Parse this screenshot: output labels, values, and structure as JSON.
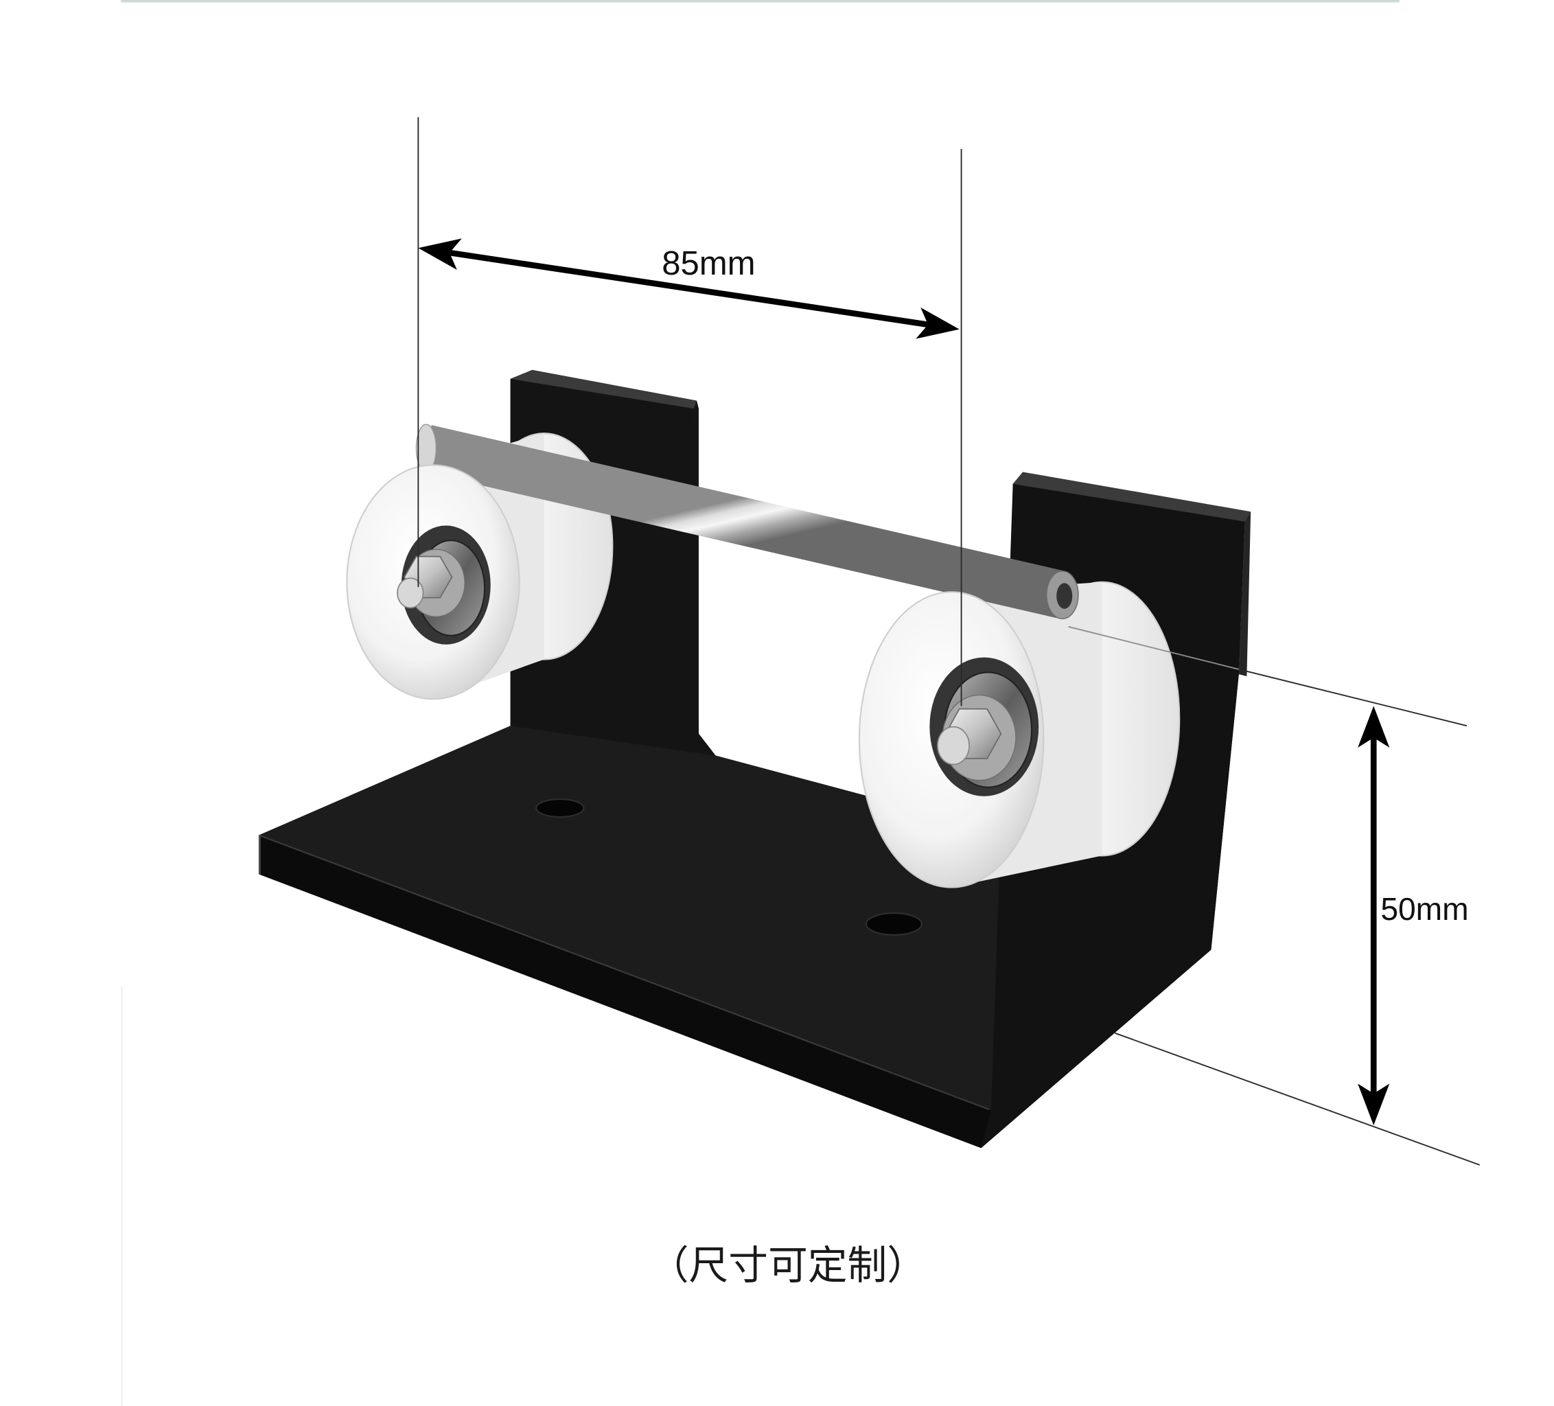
{
  "annotations": {
    "width_label": "85mm",
    "height_label": "50mm"
  },
  "caption": "（尺寸可定制）",
  "colors": {
    "bracket": "#151515",
    "wheel": "#f3f3f3",
    "rod": "#cfcfcf",
    "dimension_line": "#000000"
  }
}
